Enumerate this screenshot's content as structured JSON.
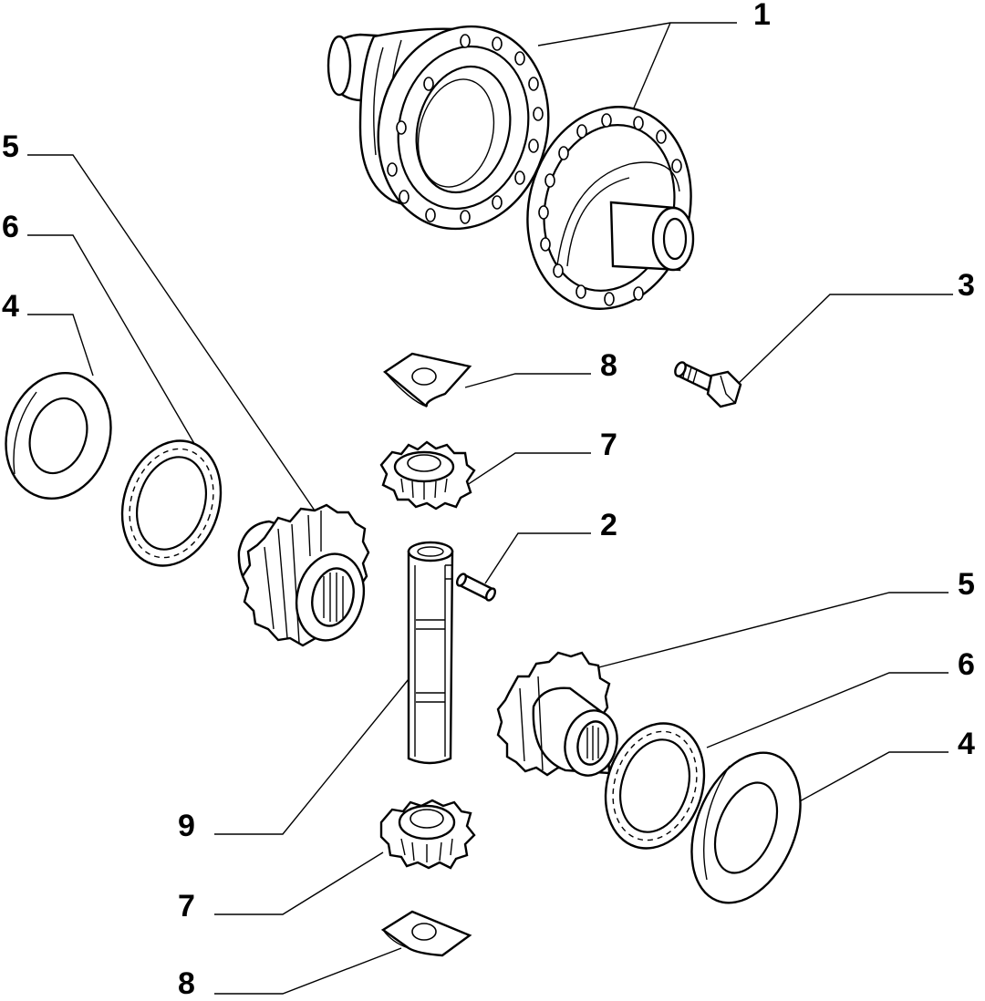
{
  "callouts": {
    "c1": "1",
    "c2": "2",
    "c3": "3",
    "c4_left": "4",
    "c4_right": "4",
    "c5_left": "5",
    "c5_right": "5",
    "c6_left": "6",
    "c6_right": "6",
    "c7_top": "7",
    "c7_bottom": "7",
    "c8_top": "8",
    "c8_bottom": "8",
    "c9": "9"
  }
}
